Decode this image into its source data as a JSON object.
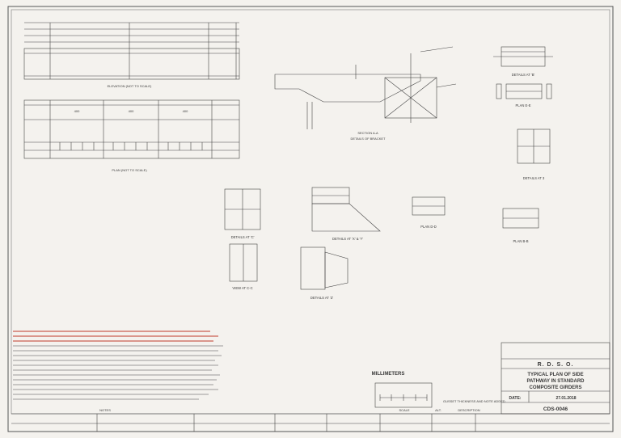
{
  "drawing": {
    "paper_color": "#f4f2ee",
    "ink_color": "#3a3a3a",
    "red_ink_color": "#c0392b",
    "views": {
      "elevation": "ELEVATION (NOT TO SCALE)",
      "plan": "PLAN (NOT TO SCALE)",
      "section_a": "SECTION A-A",
      "details_bracket": "DETAILS OF BRACKET",
      "details_b": "DETAILS AT 'B'",
      "plan_e": "PLAN E-E",
      "details_c": "DETAILS AT 'C'",
      "details_x": "DETAILS AT 'X' & 'Y'",
      "plan_d": "PLAN D-D",
      "plan_b": "PLAN B-B",
      "details_z": "DETAILS AT 'Z'",
      "view_c": "VIEW AT C-C",
      "details_3": "DETAILS AT 3"
    },
    "dims": {
      "d1": "400",
      "d2": "400",
      "d3": "400"
    },
    "scale_box": {
      "title": "MILLIMETERS"
    },
    "title_block": {
      "org": "R. D. S. O.",
      "title_line1": "TYPICAL PLAN OF SIDE",
      "title_line2": "PATHWAY IN STANDARD",
      "title_line3": "COMPOSITE GIRDERS",
      "date_label": "DATE:",
      "date_value": "27.01.2018",
      "drawing_no": "CDS-0046"
    },
    "bottom_strip": {
      "notes_label": "NOTES",
      "scale_label": "SCALE",
      "alt_label": "ALT.",
      "description_label": "DESCRIPTION"
    },
    "revision_note": "GUSSET THICKNESS AND NOTE ADDED"
  }
}
